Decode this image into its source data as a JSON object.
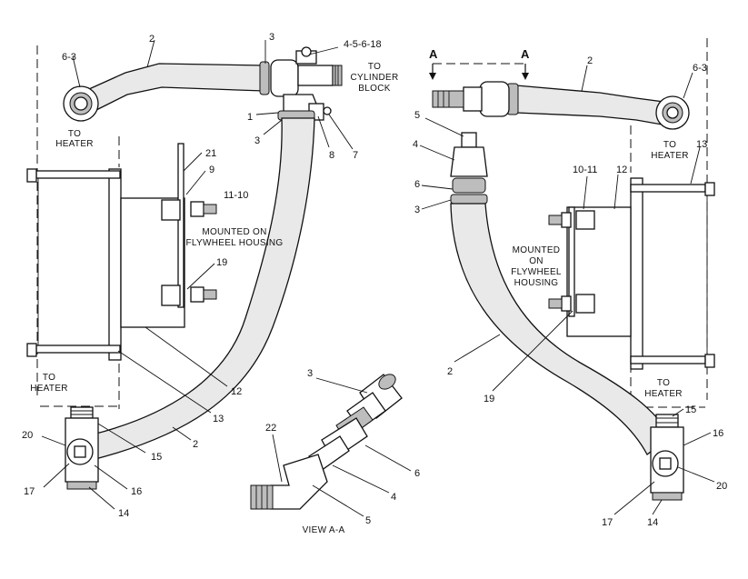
{
  "colors": {
    "line": "#111111",
    "hose_fill": "#e9e9e9",
    "shade": "#bdbdbd",
    "background": "#ffffff"
  },
  "left_view": {
    "callouts": {
      "c_6_3": "6-3",
      "c_2_top": "2",
      "c_3_top": "3",
      "c_4_5_6_18": "4-5-6-18",
      "c_1": "1",
      "c_3_mid": "3",
      "c_8": "8",
      "c_7": "7",
      "c_21": "21",
      "c_9": "9",
      "c_11_10": "11-10",
      "c_19": "19",
      "c_12": "12",
      "c_13": "13",
      "c_15": "15",
      "c_2_bottom": "2",
      "c_20": "20",
      "c_17": "17",
      "c_16": "16",
      "c_14": "14"
    },
    "to_heater_top": [
      "TO",
      "HEATER"
    ],
    "to_cylinder_block": [
      "TO",
      "CYLINDER",
      "BLOCK"
    ],
    "mounted_note": [
      "MOUNTED ON",
      "FLYWHEEL HOUSING"
    ],
    "to_heater_bottom": [
      "TO",
      "HEATER"
    ]
  },
  "right_view": {
    "section_a_left": "A",
    "section_a_right": "A",
    "callouts": {
      "c_2_top": "2",
      "c_6_3": "6-3",
      "c_5": "5",
      "c_4": "4",
      "c_6": "6",
      "c_3": "3",
      "c_13": "13",
      "c_10_11": "10-11",
      "c_12": "12",
      "c_2_mid": "2",
      "c_19": "19",
      "c_15": "15",
      "c_16": "16",
      "c_20": "20",
      "c_17": "17",
      "c_14": "14"
    },
    "to_heater_top": [
      "TO",
      "HEATER"
    ],
    "mounted_note": [
      "MOUNTED",
      "ON",
      "FLYWHEEL",
      "HOUSING"
    ],
    "to_heater_bottom": [
      "TO",
      "HEATER"
    ]
  },
  "view_aa": {
    "title": "VIEW A-A",
    "callouts": {
      "c_3": "3",
      "c_22": "22",
      "c_6": "6",
      "c_4": "4",
      "c_5": "5"
    }
  }
}
